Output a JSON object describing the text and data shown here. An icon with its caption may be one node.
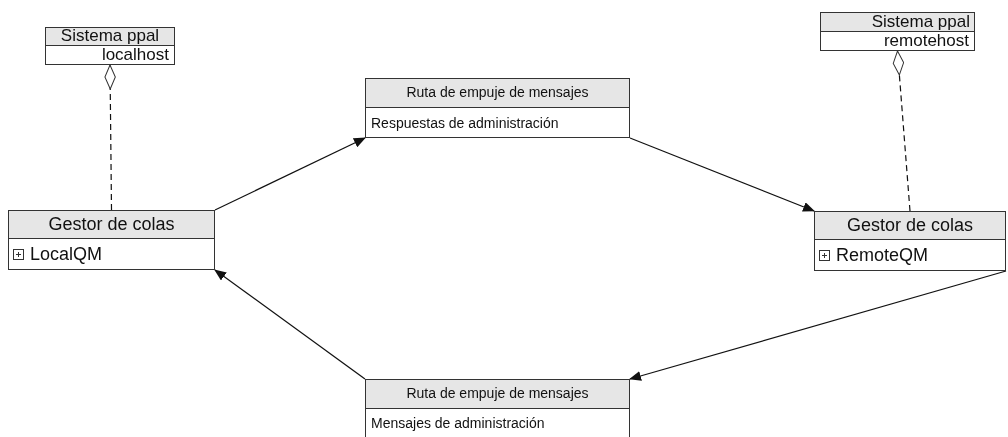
{
  "diagram": {
    "nodes": [
      {
        "text": [
          "Sistema ppal",
          "localhost"
        ]
      },
      {
        "text": [
          "Ruta de empuje de mensajes",
          "Respuestas de administración"
        ]
      },
      {
        "text": [
          "Sistema ppal",
          "remotehost"
        ]
      },
      {
        "text": [
          "Gestor de colas",
          "LocalQM"
        ]
      },
      {
        "text": [
          "Gestor de colas",
          "RemoteQM"
        ]
      },
      {
        "text": [
          "Ruta de empuje de mensajes",
          "Mensajes de administración"
        ]
      }
    ],
    "edges": [
      {
        "from": 3,
        "to": 1,
        "arrow": "to"
      },
      {
        "from": 1,
        "to": 4,
        "arrow": "to"
      },
      {
        "from": 4,
        "to": 5,
        "arrow": "to"
      },
      {
        "from": 5,
        "to": 3,
        "arrow": "to"
      },
      {
        "from": 3,
        "to": 0,
        "arrow": "other",
        "style": "dashed"
      },
      {
        "from": 4,
        "to": 2,
        "arrow": "other",
        "style": "dashed"
      }
    ]
  }
}
